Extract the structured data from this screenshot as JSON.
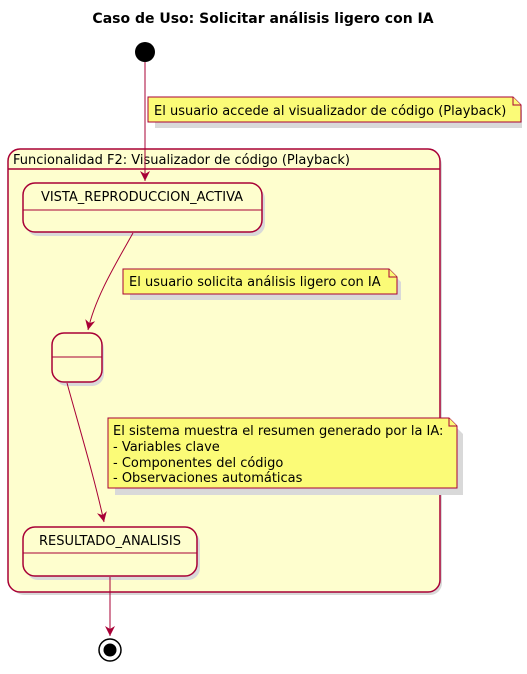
{
  "title": "Caso de Uso: Solicitar análisis ligero con IA",
  "composite_state": {
    "label": "Funcionalidad F2: Visualizador de código (Playback)"
  },
  "states": {
    "vista": "VISTA_REPRODUCCION_ACTIVA",
    "unnamed": "",
    "resultado": "RESULTADO_ANALISIS"
  },
  "notes": {
    "note1": "El usuario accede al visualizador de código (Playback)",
    "note2": "El usuario solicita análisis ligero con IA",
    "note3": {
      "line1": "El sistema muestra el resumen generado por la IA:",
      "line2": "- Variables clave",
      "line3": "- Componentes del código",
      "line4": "- Observaciones automáticas"
    }
  },
  "colors": {
    "state_fill": "#FEFECE",
    "border": "#A80036",
    "note_fill": "#FBFB77",
    "shadow": "#d9d9d9"
  }
}
